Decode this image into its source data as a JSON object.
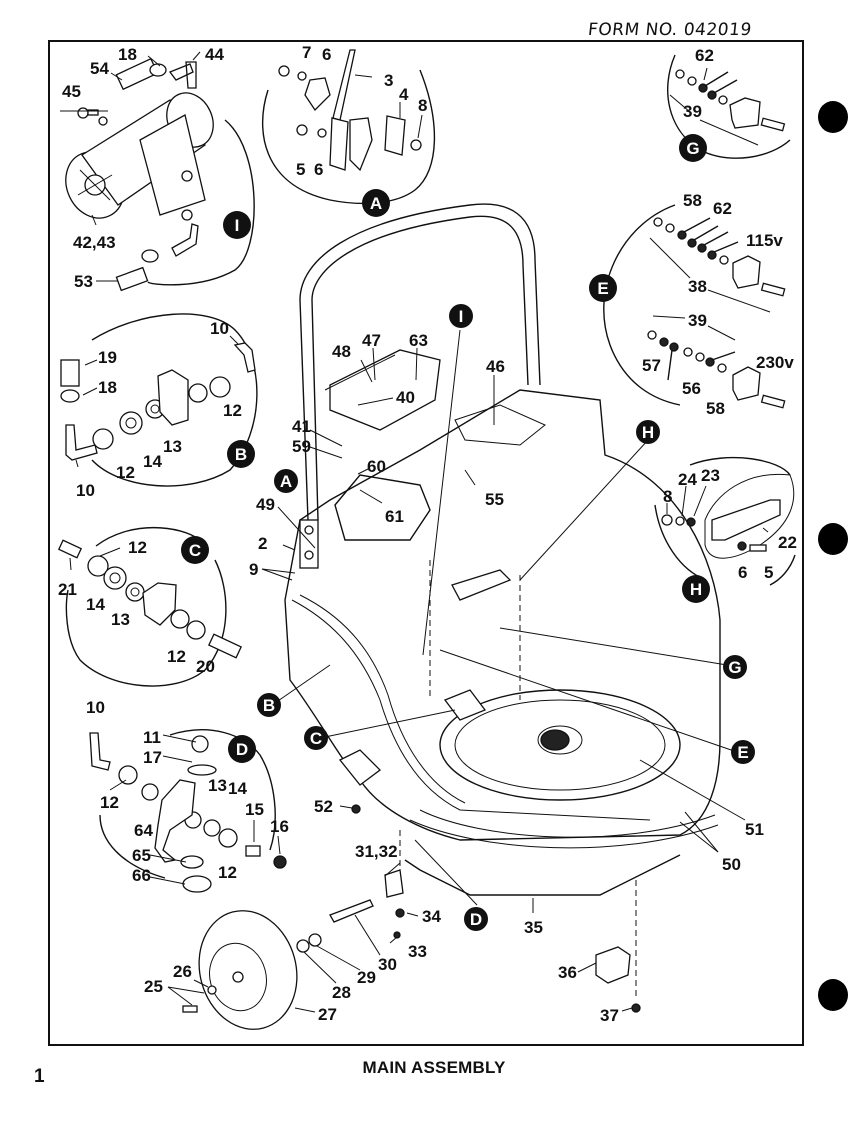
{
  "header": {
    "form_number": "FORM NO. 042019"
  },
  "footer": {
    "page_number": "1",
    "title": "MAIN ASSEMBLY"
  },
  "callouts": {
    "A": "A",
    "B": "B",
    "C": "C",
    "D": "D",
    "E": "E",
    "G": "G",
    "H": "H",
    "I": "I"
  },
  "detail_I": {
    "labels": [
      "18",
      "44",
      "54",
      "45",
      "42,43",
      "53"
    ]
  },
  "detail_A": {
    "labels": [
      "7",
      "6",
      "3",
      "4",
      "8",
      "5",
      "6"
    ]
  },
  "detail_G": {
    "labels": [
      "62",
      "39"
    ]
  },
  "detail_E": {
    "labels": [
      "58",
      "62",
      "115v",
      "38",
      "39",
      "57",
      "230v",
      "56",
      "58"
    ]
  },
  "detail_B": {
    "labels": [
      "10",
      "19",
      "18",
      "12",
      "13",
      "14",
      "12",
      "10"
    ]
  },
  "detail_C": {
    "labels": [
      "12",
      "21",
      "14",
      "13",
      "12",
      "20"
    ]
  },
  "detail_D": {
    "labels": [
      "10",
      "11",
      "17",
      "13",
      "14",
      "12",
      "15",
      "16",
      "64",
      "12",
      "65",
      "66"
    ]
  },
  "detail_H": {
    "labels": [
      "8",
      "24",
      "23",
      "22",
      "6",
      "5"
    ]
  },
  "main_labels": {
    "l48": "48",
    "l47": "47",
    "l63": "63",
    "l46": "46",
    "l40": "40",
    "l41": "41",
    "l59": "59",
    "l60": "60",
    "l55": "55",
    "l61": "61",
    "l49": "49",
    "l2": "2",
    "l9": "9",
    "l51": "51",
    "l50": "50",
    "l52": "52",
    "l3132": "31,32",
    "l34": "34",
    "l33": "33",
    "l35": "35",
    "l30": "30",
    "l29": "29",
    "l28": "28",
    "l27": "27",
    "l26": "26",
    "l25": "25",
    "l36": "36",
    "l37": "37"
  }
}
